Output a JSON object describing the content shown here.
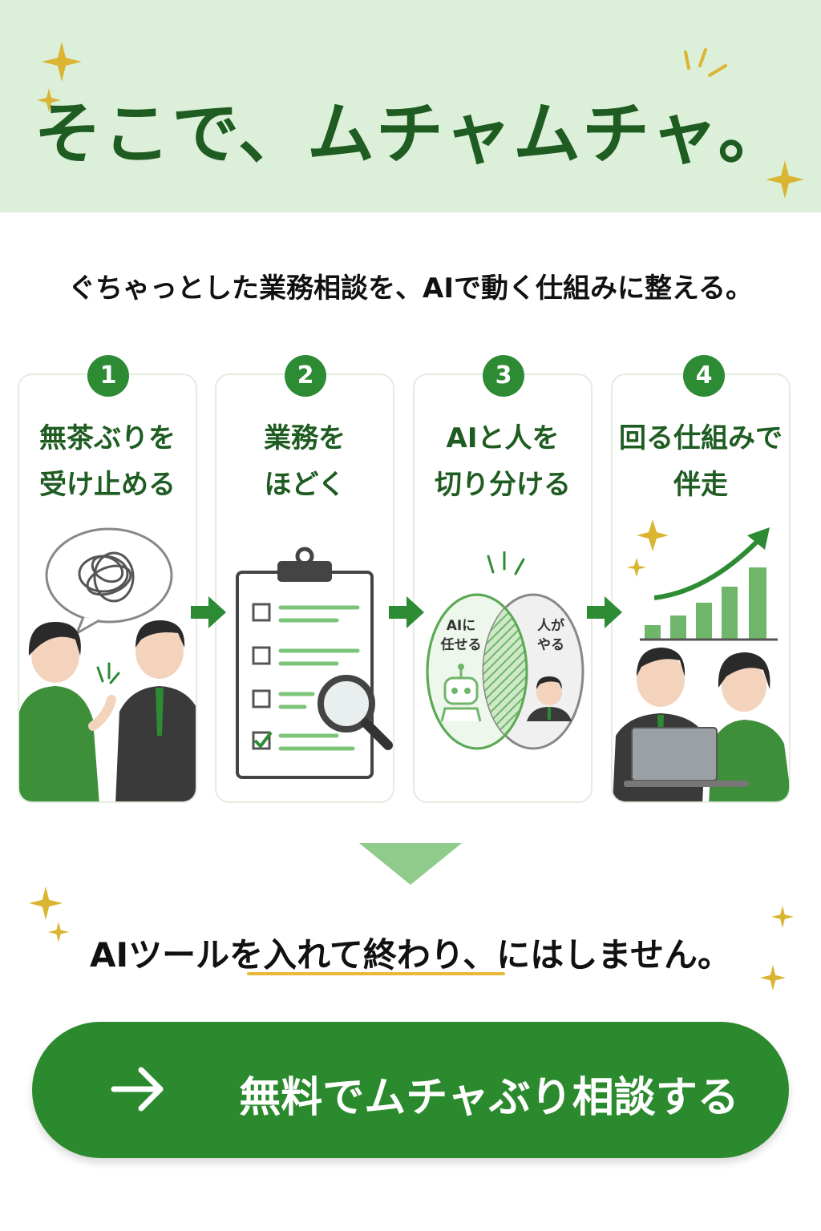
{
  "hero": {
    "title": "そこで、ムチャムチャ。"
  },
  "subtitle": "ぐちゃっとした業務相談を、AIで動く仕組みに整える。",
  "steps": [
    {
      "number": "1",
      "line1": "無茶ぶりを",
      "line2": "受け止める"
    },
    {
      "number": "2",
      "line1": "業務を",
      "line2": "ほどく"
    },
    {
      "number": "3",
      "line1": "AIと人を",
      "line2": "切り分ける",
      "venn_left": [
        "AIに",
        "任せる"
      ],
      "venn_right": [
        "人が",
        "やる"
      ]
    },
    {
      "number": "4",
      "line1": "回る仕組みで",
      "line2": "伴走"
    }
  ],
  "bottom_message": {
    "part1": "AIツール",
    "highlight": "を入れて終わり",
    "part2": "、にはしません。"
  },
  "cta": {
    "label": "無料でムチャぶり相談する",
    "icon": "arrow-right-icon"
  },
  "colors": {
    "brand_green": "#2b8a2e",
    "dark_green": "#1e5c21",
    "light_green": "#dcefd9",
    "accent_gold": "#e9b83a"
  }
}
